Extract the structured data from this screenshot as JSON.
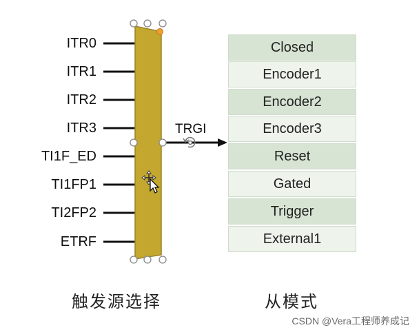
{
  "inputs": [
    {
      "label": "ITR0"
    },
    {
      "label": "ITR1"
    },
    {
      "label": "ITR2"
    },
    {
      "label": "ITR3"
    },
    {
      "label": "TI1F_ED"
    },
    {
      "label": "TI1FP1"
    },
    {
      "label": "TI2FP2"
    },
    {
      "label": "ETRF"
    }
  ],
  "trigger_output_label": "TRGI",
  "slave_modes": [
    {
      "label": "Closed"
    },
    {
      "label": "Encoder1"
    },
    {
      "label": "Encoder2"
    },
    {
      "label": "Encoder3"
    },
    {
      "label": "Reset"
    },
    {
      "label": "Gated"
    },
    {
      "label": "Trigger"
    },
    {
      "label": "External1"
    }
  ],
  "captions": {
    "trigger_source": "触发源选择",
    "slave_mode": "从模式"
  },
  "watermark": "CSDN @Vera工程师养成记",
  "colors": {
    "mux_fill": "#c4a72f",
    "mux_stroke": "#9b8426",
    "mode_dark": "#d8e4d3",
    "mode_light": "#eef3ec",
    "line": "#111111",
    "handle_fill": "#ffffff",
    "handle_accent": "#f0a030"
  },
  "icons": {
    "rotate_handle": "rotate-handle-icon",
    "move_cursor": "move-cursor-icon"
  }
}
